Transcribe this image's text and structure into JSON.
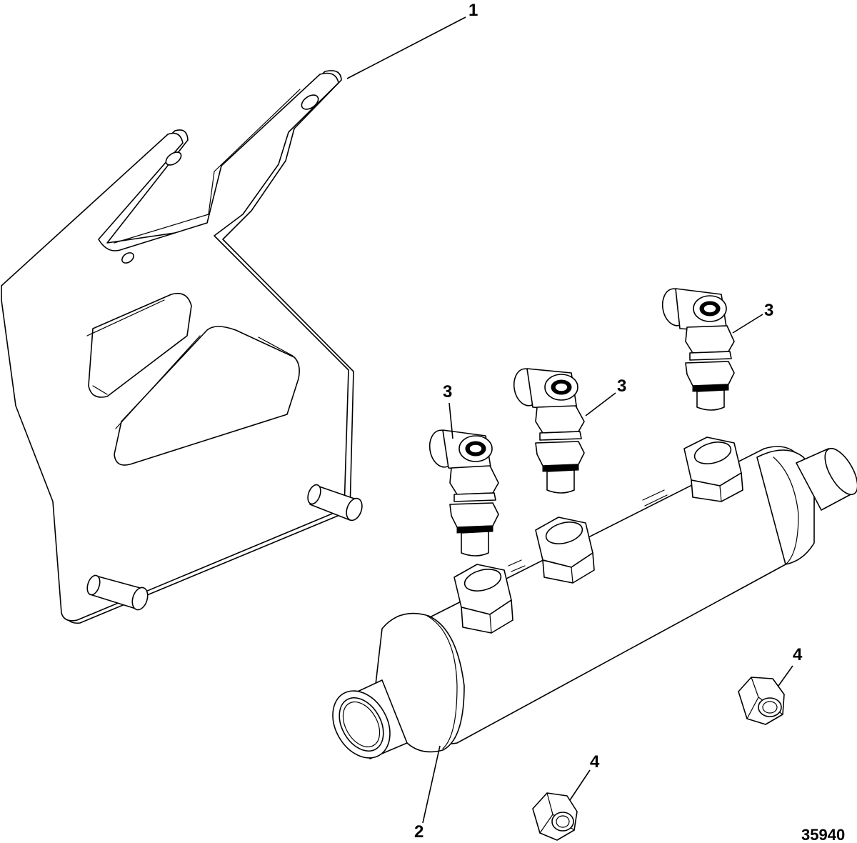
{
  "diagram": {
    "figure_number": "35940",
    "parts": [
      {
        "id": "bracket",
        "callout": "1"
      },
      {
        "id": "cooler",
        "callout": "2"
      },
      {
        "id": "fitting-a",
        "callout": "3"
      },
      {
        "id": "fitting-b",
        "callout": "3"
      },
      {
        "id": "fitting-c",
        "callout": "3"
      },
      {
        "id": "nut-a",
        "callout": "4"
      },
      {
        "id": "nut-b",
        "callout": "4"
      }
    ]
  }
}
